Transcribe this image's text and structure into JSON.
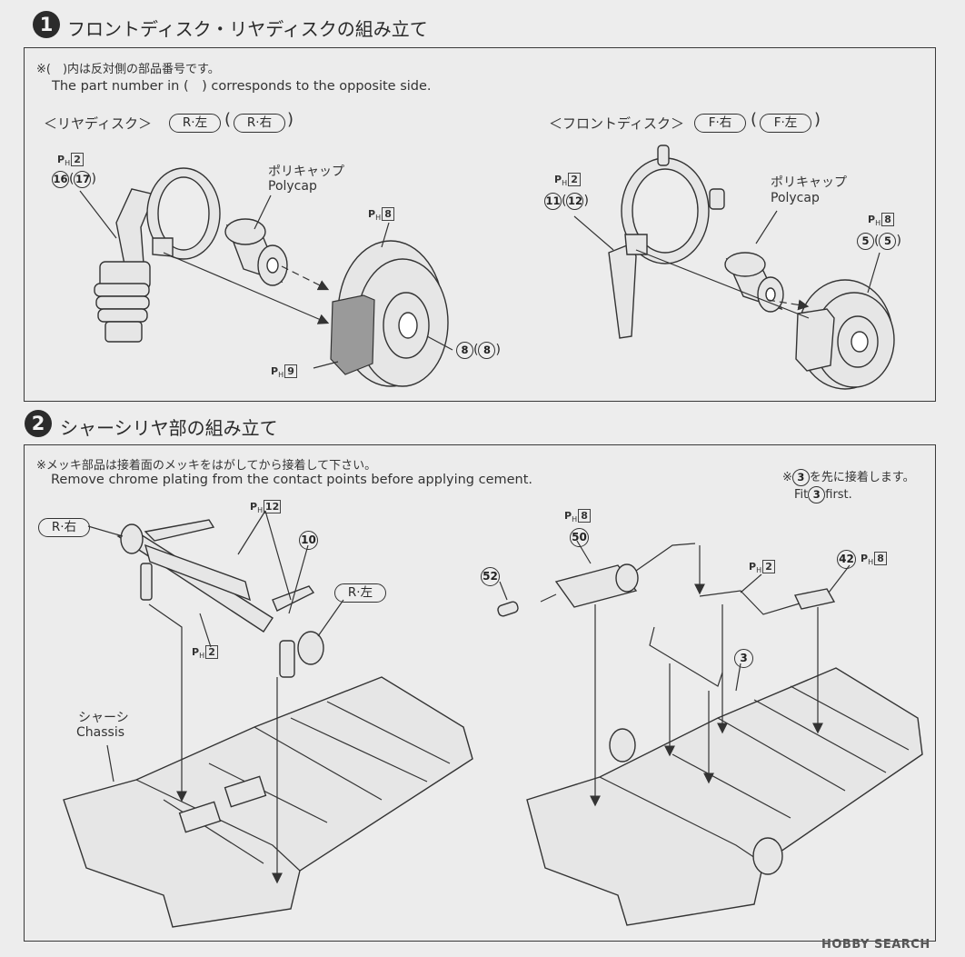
{
  "step1": {
    "number": "1",
    "title": "フロントディスク・リヤディスクの組み立て",
    "note_jp": "※(　)内は反対側の部品番号です。",
    "note_en": "The part number in (　) corresponds to the opposite side.",
    "rear": {
      "heading": "＜リヤディスク＞",
      "side_main": "R·左",
      "side_opp": "R·右",
      "arm_ph": "2",
      "arm_parts": [
        "16",
        "17"
      ],
      "polycap_jp": "ポリキャップ",
      "polycap_en": "Polycap",
      "disc_ph": "8",
      "disc_parts": [
        "8",
        "8"
      ],
      "caliper_ph": "9"
    },
    "front": {
      "heading": "＜フロントディスク＞",
      "side_main": "F·右",
      "side_opp": "F·左",
      "arm_ph": "2",
      "arm_parts": [
        "11",
        "12"
      ],
      "polycap_jp": "ポリキャップ",
      "polycap_en": "Polycap",
      "disc_ph": "8",
      "disc_parts": [
        "5",
        "5"
      ]
    }
  },
  "step2": {
    "number": "2",
    "title": "シャーシリヤ部の組み立て",
    "note_jp": "※メッキ部品は接着面のメッキをはがしてから接着して下さい。",
    "note_en": "Remove chrome plating from the contact points before applying cement.",
    "first_note_jp_pre": "※",
    "first_note_part": "3",
    "first_note_jp_post": "を先に接着します。",
    "first_note_en_pre": "Fit",
    "first_note_en_post": "first.",
    "left": {
      "side_r": "R·右",
      "side_l": "R·左",
      "ph_top": "12",
      "part_10": "10",
      "ph_mid": "2",
      "chassis_jp": "シャーシ",
      "chassis_en": "Chassis"
    },
    "right": {
      "ph_50": "8",
      "part_50": "50",
      "part_52": "52",
      "ph_pipe": "2",
      "part_42": "42",
      "ph_42": "8",
      "part_3": "3"
    }
  },
  "watermark": "HOBBY SEARCH",
  "ph_letter": "P",
  "ph_sub": "H",
  "colors": {
    "ink": "#2a2a2a",
    "paper": "#ededed",
    "caliper": "#9a9a9a"
  }
}
